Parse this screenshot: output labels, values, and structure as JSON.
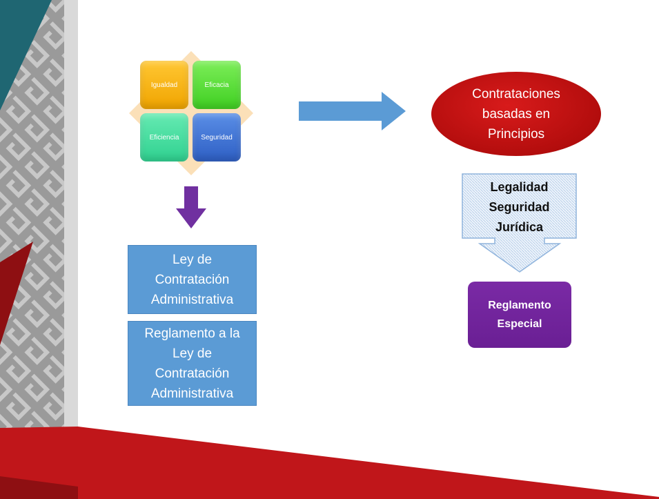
{
  "matrix": {
    "cells": [
      "Igualdad",
      "Eficacia",
      "Eficiencia",
      "Seguridad"
    ]
  },
  "left_boxes": {
    "ley": "Ley de Contratación Administrativa",
    "reglamento": "Reglamento a la Ley de Contratación Administrativa"
  },
  "right": {
    "ellipse_text": "Contrataciones basadas en Principios",
    "callout_lines": [
      "Legalidad",
      "Seguridad",
      "Jurídica"
    ],
    "purple_box": "Reglamento Especial"
  },
  "colors": {
    "teal": "#1f6672",
    "red": "#c0161a",
    "blue": "#5b9bd5",
    "purple": "#7030a0"
  }
}
